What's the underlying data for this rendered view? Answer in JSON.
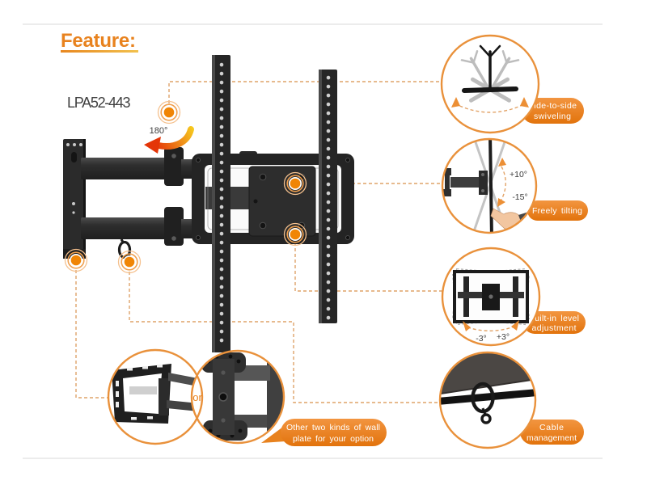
{
  "colors": {
    "accent_orange": "#E8821E",
    "pill_orange_top": "#F29540",
    "pill_orange_bottom": "#E2730C",
    "circle_stroke": "#E9913B",
    "dashed_connector": "#DFA369",
    "product_black": "#262626",
    "text_dark": "#3C3C3C",
    "arrow_red": "#E43508",
    "arrow_yellow": "#F6C91E"
  },
  "header": {
    "title": "Feature:",
    "model": "LPA52-443"
  },
  "product": {
    "swivel_angle_label": "180°"
  },
  "features": [
    {
      "id": "side-to-side-swiveling",
      "label_lines": [
        "Side-to-side",
        "swiveling"
      ]
    },
    {
      "id": "freely-tilting",
      "label_lines": [
        "Freely tilting"
      ],
      "tilt_up_label": "+10°",
      "tilt_down_label": "-15°"
    },
    {
      "id": "built-in-level-adjustment",
      "label_lines": [
        "Built-in level",
        "adjustment"
      ],
      "level_left_label": "-3°",
      "level_right_label": "+3°"
    },
    {
      "id": "cable-management",
      "label_lines": [
        "Cable",
        "management"
      ]
    }
  ],
  "wall_plate_options": {
    "separator": "or",
    "label_lines": [
      "Other two kinds of wall",
      "plate for your option"
    ]
  }
}
